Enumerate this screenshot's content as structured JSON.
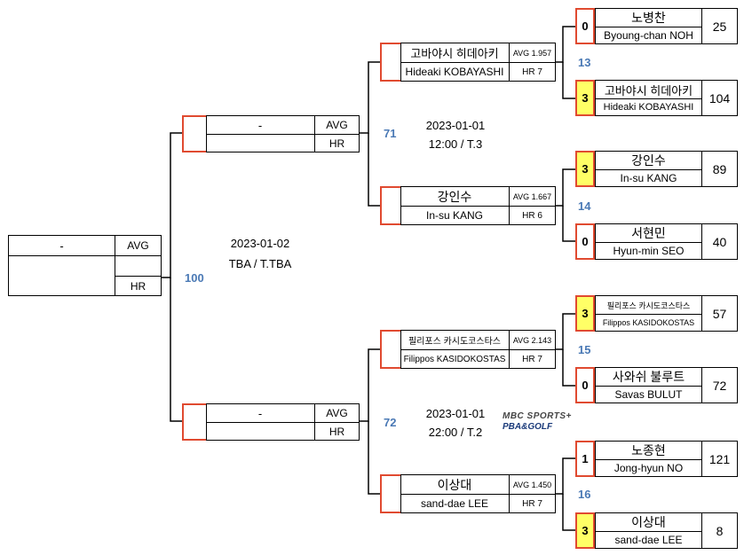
{
  "final": {
    "match_no": "100",
    "date": "2023-01-02",
    "time_table": "TBA / T.TBA",
    "player": {
      "ko": "-",
      "en": "",
      "avg_label": "AVG",
      "hr_label": "HR"
    }
  },
  "semi_top": {
    "match_no": "71",
    "date": "2023-01-01",
    "time_table": "12:00 / T.3",
    "placeholder": {
      "ko": "-",
      "avg_label": "AVG",
      "hr_label": "HR"
    },
    "p1": {
      "ko": "고바야시 히데아키",
      "en": "Hideaki KOBAYASHI",
      "avg": "AVG 1.957",
      "hr": "HR 7"
    },
    "p2": {
      "ko": "강인수",
      "en": "In-su KANG",
      "avg": "AVG 1.667",
      "hr": "HR 6"
    }
  },
  "semi_bottom": {
    "match_no": "72",
    "date": "2023-01-01",
    "time_table": "22:00 / T.2",
    "placeholder": {
      "ko": "-",
      "avg_label": "AVG",
      "hr_label": "HR"
    },
    "p1": {
      "ko": "필리포스 카시도코스타스",
      "en": "Filippos KASIDOKOSTAS",
      "avg": "AVG 2.143",
      "hr": "HR 7"
    },
    "p2": {
      "ko": "이상대",
      "en": "sand-dae LEE",
      "avg": "AVG 1.450",
      "hr": "HR 7"
    }
  },
  "qf": [
    {
      "match_no": "13",
      "a": {
        "score": "0",
        "ko": "노병찬",
        "en": "Byoung-chan NOH",
        "pts": "25",
        "win": false
      },
      "b": {
        "score": "3",
        "ko": "고바야시 히데아키",
        "en": "Hideaki KOBAYASHI",
        "pts": "104",
        "win": true
      }
    },
    {
      "match_no": "14",
      "a": {
        "score": "3",
        "ko": "강인수",
        "en": "In-su KANG",
        "pts": "89",
        "win": true
      },
      "b": {
        "score": "0",
        "ko": "서현민",
        "en": "Hyun-min SEO",
        "pts": "40",
        "win": false
      }
    },
    {
      "match_no": "15",
      "a": {
        "score": "3",
        "ko": "필리포스 카시도코스타스",
        "en": "Filippos KASIDOKOSTAS",
        "pts": "57",
        "win": true
      },
      "b": {
        "score": "0",
        "ko": "사와쉬 불루트",
        "en": "Savas BULUT",
        "pts": "72",
        "win": false
      }
    },
    {
      "match_no": "16",
      "a": {
        "score": "1",
        "ko": "노종현",
        "en": "Jong-hyun NO",
        "pts": "121",
        "win": false
      },
      "b": {
        "score": "3",
        "ko": "이상대",
        "en": "sand-dae LEE",
        "pts": "8",
        "win": true
      }
    }
  ],
  "broadcast": {
    "line1": "MBC SPORTS+",
    "line2": "PBA&GOLF"
  },
  "colors": {
    "accent_red": "#e04a30",
    "number_blue": "#4a79b5",
    "winner_yellow": "#ffff66"
  }
}
